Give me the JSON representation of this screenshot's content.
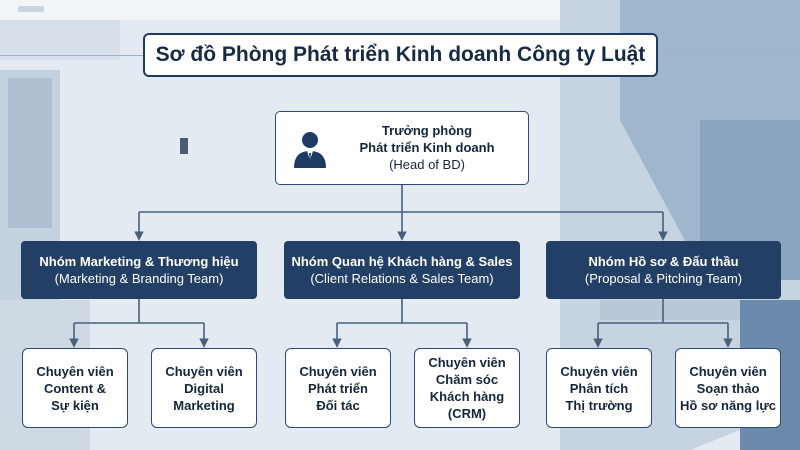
{
  "title": "Sơ đồ Phòng Phát triển Kinh doanh Công ty Luật",
  "head": {
    "line1": "Trưởng phòng",
    "line2": "Phát triển Kinh doanh",
    "line3": "(Head of BD)"
  },
  "teams": [
    {
      "name": "Nhóm Marketing & Thương hiệu",
      "en": "(Marketing & Branding Team)",
      "roles": [
        [
          "Chuyên viên",
          "Content &",
          "Sự kiện"
        ],
        [
          "Chuyên viên",
          "Digital",
          "Marketing"
        ]
      ]
    },
    {
      "name": "Nhóm Quan hệ Khách hàng & Sales",
      "en": "(Client Relations & Sales Team)",
      "roles": [
        [
          "Chuyên viên",
          "Phát triển",
          "Đối tác"
        ],
        [
          "Chuyên viên",
          "Chăm sóc",
          "Khách hàng",
          "(CRM)"
        ]
      ]
    },
    {
      "name": "Nhóm Hồ sơ & Đấu thầu",
      "en": "(Proposal & Pitching Team)",
      "roles": [
        [
          "Chuyên viên",
          "Phân tích",
          "Thị trường"
        ],
        [
          "Chuyên viên",
          "Soạn thảo",
          "Hồ sơ năng lực"
        ]
      ]
    }
  ],
  "colors": {
    "primary": "#1f3b63",
    "team_fill": "#243f66",
    "line": "#4a5f7c"
  },
  "icons": {
    "head": "person-icon",
    "connector": "arrow-icon"
  }
}
